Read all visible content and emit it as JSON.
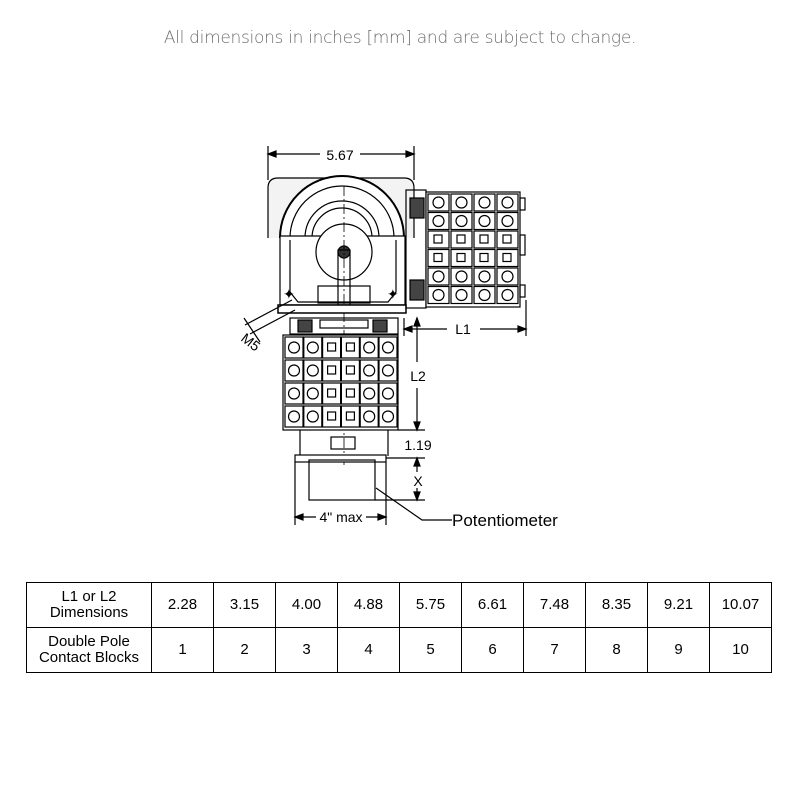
{
  "note": "All dimensions in inches [mm] and are subject to change.",
  "drawing": {
    "width_label": "5.67",
    "l1_label": "L1",
    "l2_label": "L2",
    "offset_label": "1.19",
    "x_label": "X",
    "pot_width_label": "4\" max",
    "pot_label": "Potentiometer",
    "screw_label": "M5"
  },
  "table": {
    "row1_header": [
      "L1 or L2",
      "Dimensions"
    ],
    "row2_header": [
      "Double Pole",
      "Contact Blocks"
    ],
    "dimensions": [
      "2.28",
      "3.15",
      "4.00",
      "4.88",
      "5.75",
      "6.61",
      "7.48",
      "8.35",
      "9.21",
      "10.07"
    ],
    "blocks": [
      "1",
      "2",
      "3",
      "4",
      "5",
      "6",
      "7",
      "8",
      "9",
      "10"
    ]
  }
}
